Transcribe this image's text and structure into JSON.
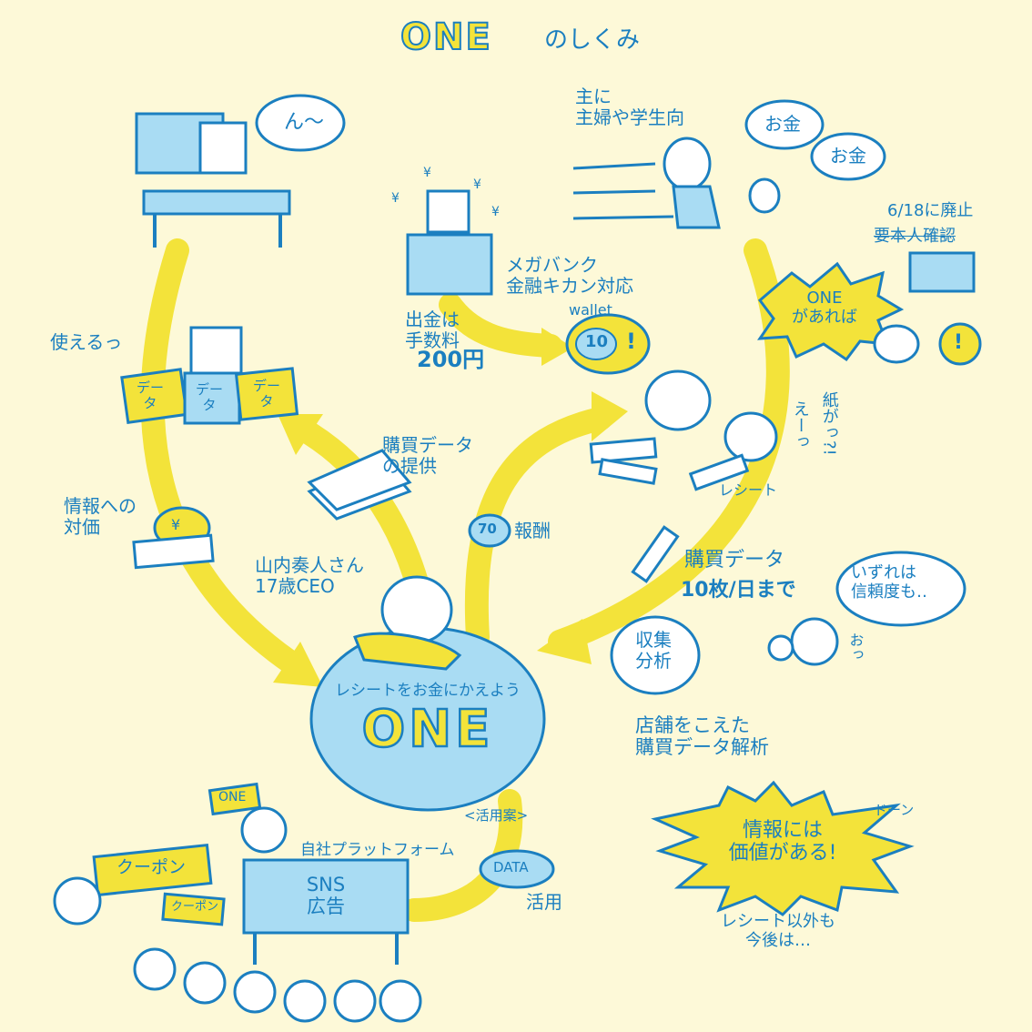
{
  "title": {
    "brand": "ONE",
    "suffix": "のしくみ"
  },
  "colors": {
    "background": "#fdf9d8",
    "ink": "#1b7fc0",
    "light_blue": "#a9dcf3",
    "yellow": "#f3e33a"
  },
  "company_person": {
    "thought": "ん〜"
  },
  "target_users": {
    "label": "主に\n主婦や学生向",
    "thought_1": "お金",
    "thought_2": "お金"
  },
  "abolished": {
    "date_label": "6/18に廃止",
    "struck_text": "要本人確認"
  },
  "if_one": {
    "burst": "ONE\nがあれば"
  },
  "bank": {
    "label": "メガバンク\n金融キカン対応",
    "yen_marks": [
      "¥",
      "¥",
      "¥",
      "¥"
    ]
  },
  "withdrawal": {
    "label": "出金は\n手数料",
    "fee": "200円"
  },
  "wallet": {
    "label": "wallet",
    "coin": "10",
    "exclaim": "!"
  },
  "data_buyer": {
    "exclaim": "使えるっ",
    "papers": [
      "デー\nタ",
      "デー\nタ",
      "デー\nタ"
    ]
  },
  "reaction": {
    "paper": "紙がっ?!",
    "eh": "えーっ",
    "receipt": "レシート"
  },
  "purchase_data_provision": "購買データ\nの提供",
  "info_price": {
    "label": "情報への\n対価",
    "yen": "¥"
  },
  "reward": {
    "coin": "70",
    "label": "報酬"
  },
  "purchase_limit": {
    "label": "購買データ",
    "limit": "10枚/日まで"
  },
  "future_trust": "いずれは\n信頼度も‥",
  "ceo": {
    "label": "山内奏人さん\n17歳CEO"
  },
  "collect": "収集\n分析",
  "oh": "おっ",
  "one_service": {
    "tagline": "レシートをお金にかえよう",
    "name": "ONE"
  },
  "cross_store": "店舗をこえた\n購買データ解析",
  "usage": {
    "header": "<活用案>",
    "data_label": "DATA",
    "use_label": "活用"
  },
  "own_platform": "自社プラットフォーム",
  "flag": "ONE",
  "coupons": [
    "クーポン",
    "クーポン"
  ],
  "sns_ad": "SNS\n広告",
  "value_burst": "情報には\n価値がある!",
  "don": "ドーン",
  "future": "レシート以外も\n今後は…"
}
